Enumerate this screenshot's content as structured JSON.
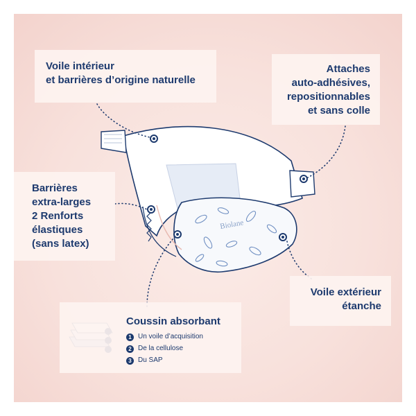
{
  "colors": {
    "text": "#1d3a6e",
    "background": "#f8e1dc",
    "label_bg": "#fdf3f0"
  },
  "labels": {
    "voile_interieur": [
      "Voile intérieur",
      "et barrières d’origine naturelle"
    ],
    "attaches": [
      "Attaches",
      "auto-adhésives,",
      "repositionnables",
      "et sans colle"
    ],
    "barrieres": [
      "Barrières",
      "extra-larges",
      "2 Renforts",
      "élastiques",
      "(sans latex)"
    ],
    "voile_exterieur": [
      "Voile extérieur",
      "étanche"
    ]
  },
  "coussin": {
    "title": "Coussin absorbant",
    "items": [
      {
        "num": "1",
        "label": "Un voile d’acquisition"
      },
      {
        "num": "2",
        "label": "De la cellulose"
      },
      {
        "num": "3",
        "label": "Du SAP"
      }
    ]
  },
  "brand": "Biolane"
}
